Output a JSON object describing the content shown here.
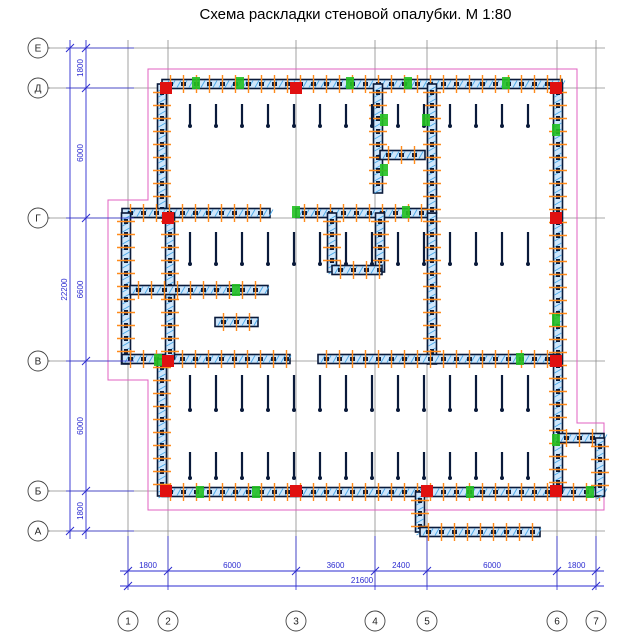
{
  "title": "Схема раскладки стеновой опалубки. М 1:80",
  "axes": {
    "rows": [
      "Е",
      "Д",
      "Г",
      "В",
      "Б",
      "А"
    ],
    "cols": [
      "1",
      "2",
      "3",
      "4",
      "5",
      "6",
      "7"
    ]
  },
  "dimensions": {
    "horizontal": [
      "1800",
      "6000",
      "3600",
      "2400",
      "6000",
      "1800"
    ],
    "horizontal_total": "21600",
    "vertical": [
      "1800",
      "6000",
      "6600",
      "6000",
      "1800"
    ],
    "vertical_total": "22200"
  },
  "colors": {
    "grid": "#8a8a8a",
    "dimension": "#2b2bd0",
    "outline": "#e060c0",
    "wall": "#0a1a3a",
    "panel_hatch": "#4aa8e8",
    "column": "#e01010",
    "tie": "#ff8a1a",
    "brace": "#22c022"
  }
}
